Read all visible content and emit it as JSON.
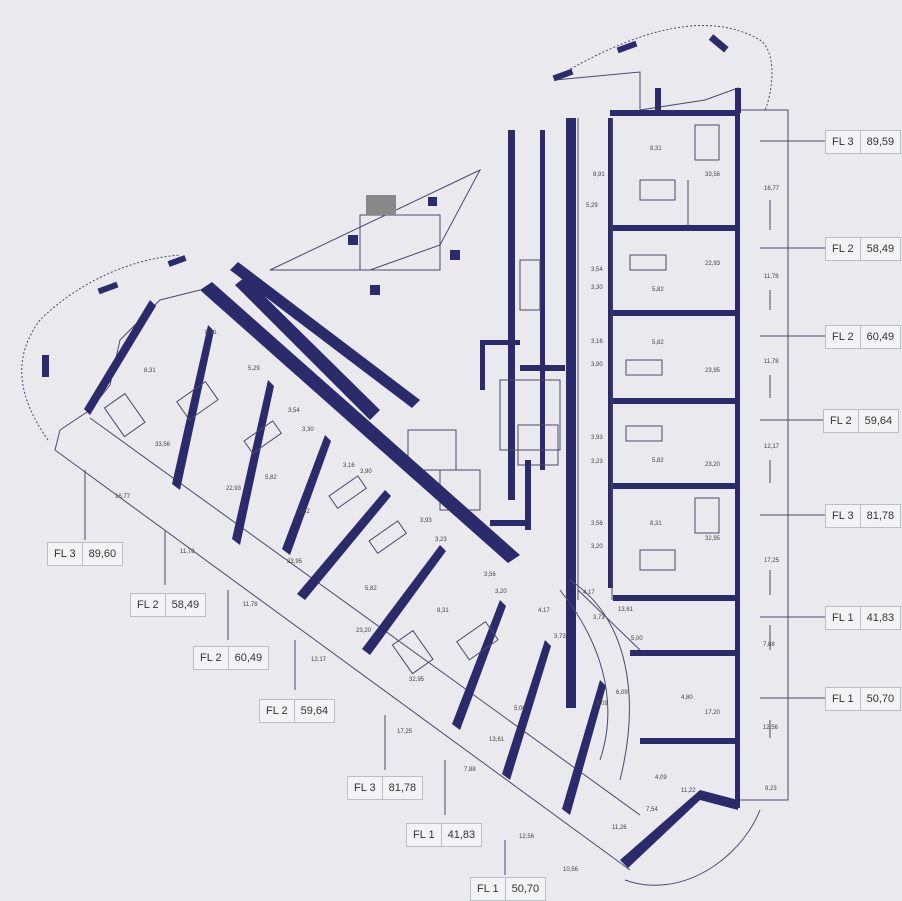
{
  "unit_tags_right": [
    {
      "floor": "FL 3",
      "area": "89,59"
    },
    {
      "floor": "FL 2",
      "area": "58,49"
    },
    {
      "floor": "FL 2",
      "area": "60,49"
    },
    {
      "floor": "FL 2",
      "area": "59,64"
    },
    {
      "floor": "FL 3",
      "area": "81,78"
    },
    {
      "floor": "FL 1",
      "area": "41,83"
    },
    {
      "floor": "FL 1",
      "area": "50,70"
    }
  ],
  "unit_tags_left": [
    {
      "floor": "FL 3",
      "area": "89,60"
    },
    {
      "floor": "FL 2",
      "area": "58,49"
    },
    {
      "floor": "FL 2",
      "area": "60,49"
    },
    {
      "floor": "FL 2",
      "area": "59,64"
    },
    {
      "floor": "FL 3",
      "area": "81,78"
    },
    {
      "floor": "FL 1",
      "area": "41,83"
    },
    {
      "floor": "FL 1",
      "area": "50,70"
    }
  ],
  "room_labels_right": [
    "8,91",
    "8,31",
    "33,56",
    "16,77",
    "5,29",
    "22,93",
    "11,78",
    "3,54",
    "3,30",
    "5,82",
    "3,16",
    "5,82",
    "11,78",
    "3,90",
    "23,95",
    "3,93",
    "5,82",
    "12,17",
    "3,23",
    "23,20",
    "8,31",
    "3,56",
    "32,95",
    "17,25",
    "3,20",
    "4,17",
    "13,61",
    "3,73",
    "5,00",
    "7,88",
    "6,09",
    "4,80",
    "17,20",
    "12,56",
    "4,09",
    "11,22",
    "9,23",
    "7,54",
    "11,26"
  ],
  "room_labels_left": [
    "8,91",
    "8,31",
    "33,56",
    "16,77",
    "5,29",
    "3,54",
    "3,30",
    "22,93",
    "5,82",
    "11,78",
    "3,16",
    "3,90",
    "5,82",
    "23,95",
    "11,78",
    "3,93",
    "5,82",
    "3,23",
    "23,20",
    "12,17",
    "3,56",
    "8,31",
    "3,20",
    "32,95",
    "4,17",
    "3,73",
    "17,25",
    "5,00",
    "13,61",
    "7,88",
    "6,09",
    "12,56",
    "10,56"
  ]
}
